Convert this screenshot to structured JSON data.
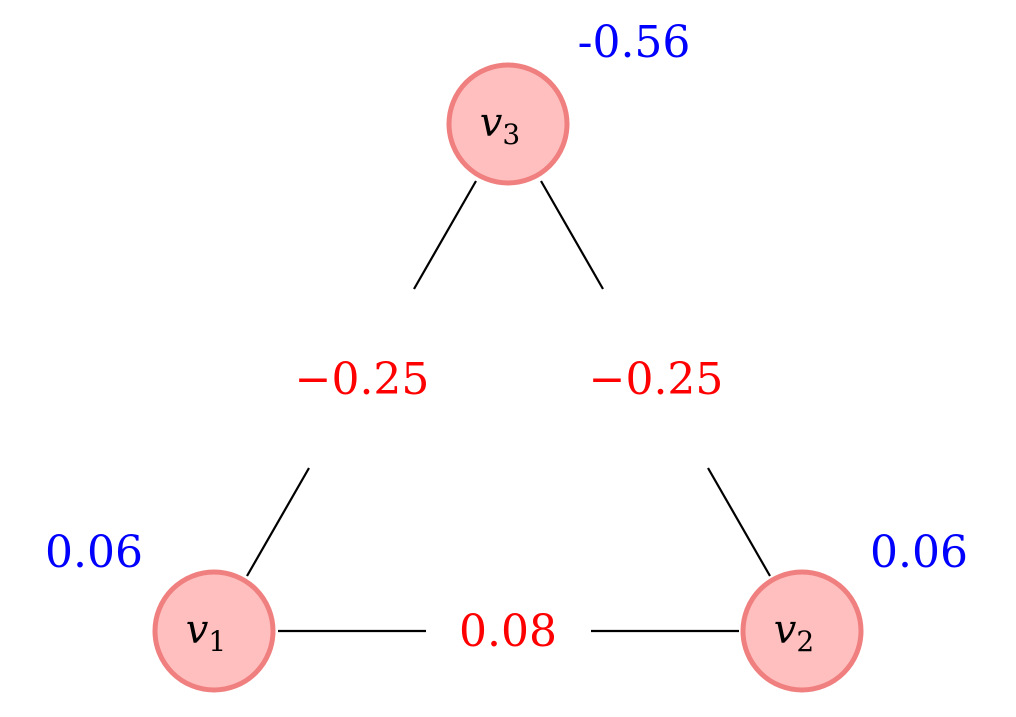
{
  "colors": {
    "node_fill": "#ffbfbf",
    "node_stroke": "#f07f7f",
    "edge_weight": "#ff0000",
    "node_weight": "#0000ff",
    "edge_line": "#000000"
  },
  "nodes": {
    "v1": {
      "name": "v",
      "sub": "1",
      "weight": "0.06"
    },
    "v2": {
      "name": "v",
      "sub": "2",
      "weight": "0.06"
    },
    "v3": {
      "name": "v",
      "sub": "3",
      "weight": "-0.56"
    }
  },
  "edges": {
    "v1_v3": {
      "weight": "−0.25"
    },
    "v2_v3": {
      "weight": "−0.25"
    },
    "v1_v2": {
      "weight": "0.08"
    }
  }
}
